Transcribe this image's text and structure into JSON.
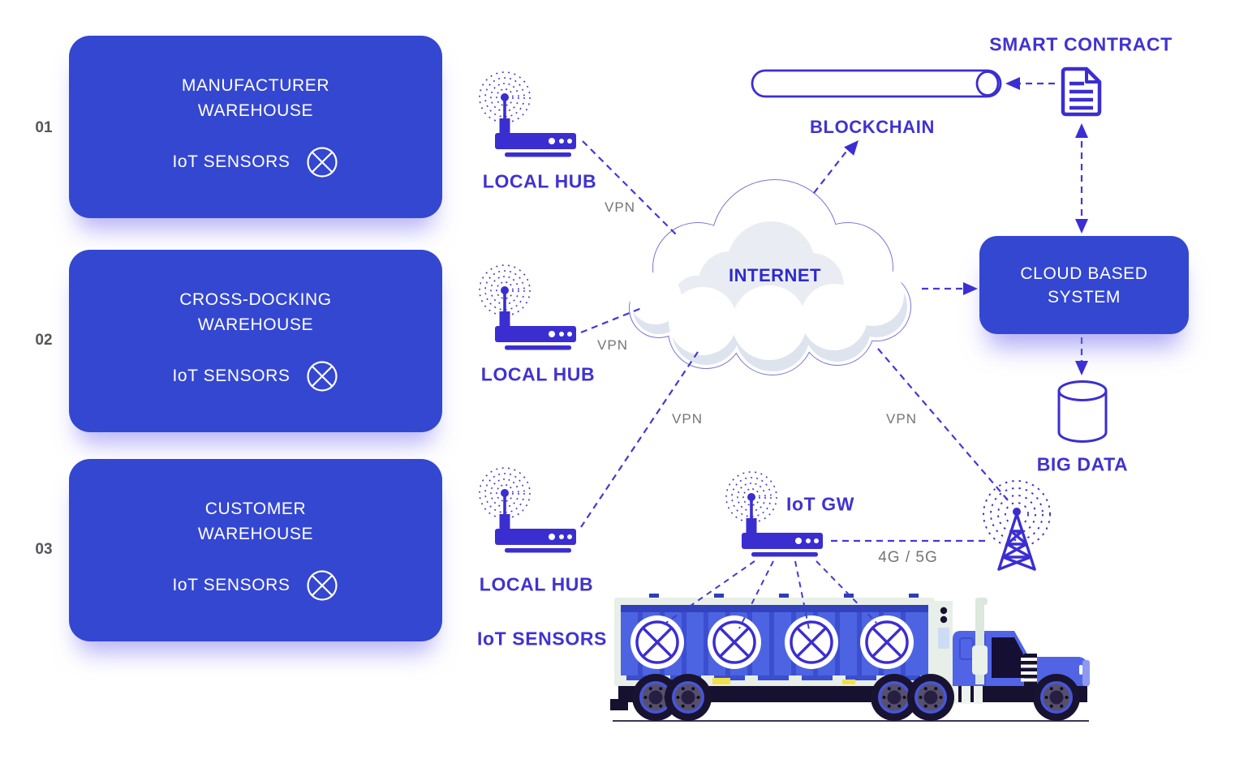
{
  "colors": {
    "primary_blue": "#3447d1",
    "icon_indigo": "#3b2ed0",
    "line_purple": "#4538d6",
    "label_indigo": "#4033d0",
    "label_gray": "#74747a",
    "truck_panel_blue": "#4d64e2",
    "truck_chassis_dark": "#171130",
    "container_frame": "#e8efe9",
    "tag_yellow": "#f0e04a"
  },
  "warehouses": [
    {
      "num": "01",
      "line1": "MANUFACTURER",
      "line2": "WAREHOUSE",
      "sensors_label": "IoT SENSORS"
    },
    {
      "num": "02",
      "line1": "CROSS-DOCKING",
      "line2": "WAREHOUSE",
      "sensors_label": "IoT SENSORS"
    },
    {
      "num": "03",
      "line1": "CUSTOMER",
      "line2": "WAREHOUSE",
      "sensors_label": "IoT SENSORS"
    }
  ],
  "hubs": [
    {
      "label": "LOCAL HUB"
    },
    {
      "label": "LOCAL HUB"
    },
    {
      "label": "LOCAL HUB"
    }
  ],
  "network": {
    "internet": "INTERNET",
    "vpn": [
      "VPN",
      "VPN",
      "VPN",
      "VPN"
    ],
    "cellular": "4G / 5G"
  },
  "blockchain": {
    "label": "BLOCKCHAIN",
    "smart_contract": "SMART CONTRACT"
  },
  "cloud_system": {
    "line1": "CLOUD BASED",
    "line2": "SYSTEM",
    "big_data": "BIG DATA"
  },
  "gateway": {
    "label": "IoT GW",
    "sensors_label": "IoT SENSORS"
  }
}
